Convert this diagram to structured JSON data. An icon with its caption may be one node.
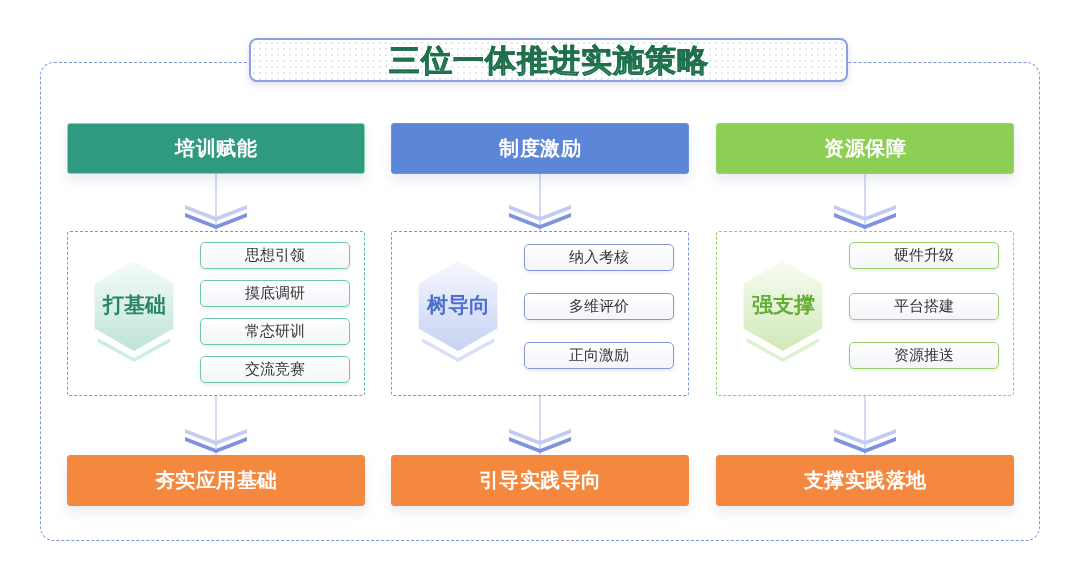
{
  "diagram": {
    "title": "三位一体推进实施策略",
    "nodes": [
      {
        "text": [
          "培训赋能"
        ]
      },
      {
        "text": [
          "制度激励"
        ]
      },
      {
        "text": [
          "资源保障"
        ]
      },
      {
        "text": [],
        "shape": "box"
      },
      {
        "text": [
          "打基础"
        ],
        "in": 3
      },
      {
        "text": [
          "思想引领"
        ],
        "in": 3
      },
      {
        "text": [
          "摸底调研"
        ],
        "in": 3
      },
      {
        "text": [
          "常态研训"
        ],
        "in": 3
      },
      {
        "text": [
          "交流竞赛"
        ],
        "in": 3
      },
      {
        "text": [],
        "shape": "box"
      },
      {
        "text": [
          "树导向"
        ],
        "in": 9
      },
      {
        "text": [
          "纳入考核"
        ],
        "in": 9
      },
      {
        "text": [
          "多维评价"
        ],
        "in": 9
      },
      {
        "text": [
          "正向激励"
        ],
        "in": 9
      },
      {
        "text": [],
        "shape": "box"
      },
      {
        "text": [
          "强支撑"
        ],
        "in": 14
      },
      {
        "text": [
          "硬件升级"
        ],
        "in": 14
      },
      {
        "text": [
          "平台搭建"
        ],
        "in": 14
      },
      {
        "text": [
          "资源推送"
        ],
        "in": 14
      },
      {
        "text": [
          "夯实应用基础"
        ]
      },
      {
        "text": [
          "引导实践导向"
        ]
      },
      {
        "text": [
          "支撑实践落地"
        ]
      }
    ],
    "edges": [
      {
        "from": 0,
        "to": 3,
        "arrow": "to"
      },
      {
        "from": 1,
        "to": 9,
        "arrow": "to"
      },
      {
        "from": 2,
        "to": 14,
        "arrow": "to"
      },
      {
        "from": 3,
        "to": 19,
        "arrow": "to"
      },
      {
        "from": 9,
        "to": 20,
        "arrow": "to"
      },
      {
        "from": 14,
        "to": 21,
        "arrow": "to"
      }
    ]
  }
}
